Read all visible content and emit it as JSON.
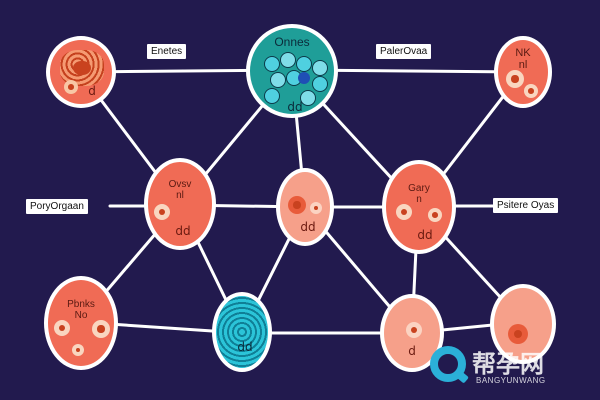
{
  "labels": {
    "top_left": "Enetes",
    "top_right": "PalerOvaa",
    "mid_left": "PoryOrgaan",
    "mid_right": "Psitere Oyas"
  },
  "nodes": {
    "top_center_title": "Onnes",
    "top_center_marker": "dd",
    "top_left_marker": "d",
    "top_right_text": "NK\nnl",
    "mid_left_text": "Ovsv\nnl",
    "mid_left_marker": "dd",
    "mid_center_marker": "dd",
    "mid_right_text": "Gary\nn",
    "mid_right_marker": "dd",
    "bottom_left_text": "Pbnks\nNo",
    "bottom_center_marker": "dd",
    "bottom_right_center_marker": "d"
  },
  "watermark": {
    "title": "帮孕网",
    "subtitle": "BANGYUNWANG"
  },
  "colors": {
    "background": "#221a4e",
    "coral": "#f06b55",
    "peach": "#f6a08a",
    "teal": "#1f9e98",
    "cyan": "#2bc4d8",
    "edge": "#ffffff"
  }
}
